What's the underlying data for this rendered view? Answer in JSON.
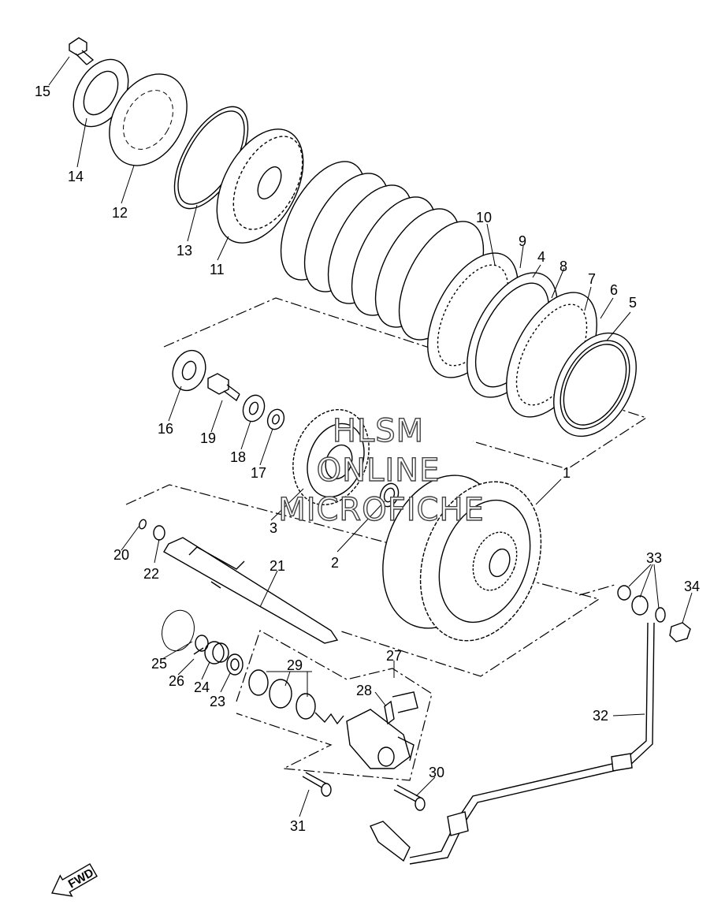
{
  "watermark": {
    "line1": "HLSM",
    "line2": "ONLINE",
    "line3": "MICROFICHE"
  },
  "fwd_label": "FWD",
  "callouts": [
    "1",
    "2",
    "3",
    "4",
    "5",
    "6",
    "7",
    "8",
    "9",
    "10",
    "11",
    "12",
    "13",
    "14",
    "15",
    "16",
    "17",
    "18",
    "19",
    "20",
    "21",
    "22",
    "23",
    "24",
    "25",
    "26",
    "27",
    "28",
    "29",
    "30",
    "31",
    "32",
    "33",
    "34"
  ]
}
